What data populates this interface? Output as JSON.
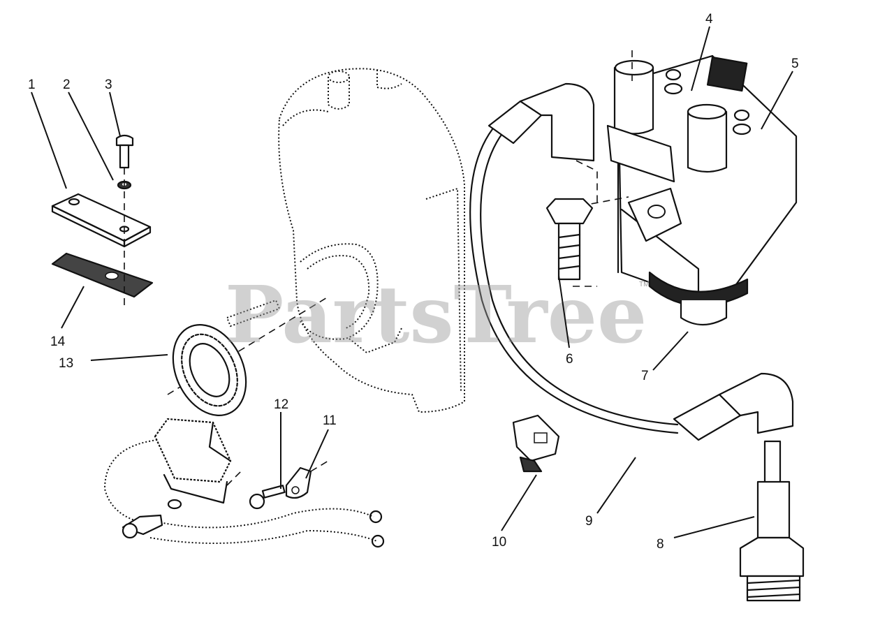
{
  "watermark": {
    "text": "PartsTree",
    "mark": "TM"
  },
  "callouts": [
    "1",
    "2",
    "3",
    "4",
    "5",
    "6",
    "7",
    "8",
    "9",
    "10",
    "11",
    "12",
    "13",
    "14"
  ]
}
